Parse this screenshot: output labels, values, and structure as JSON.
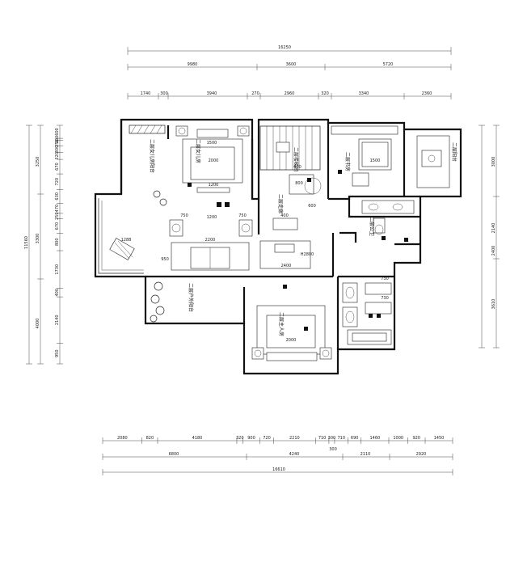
{
  "title": "",
  "dimensions": {
    "top_total": "16250",
    "top_mid": [
      "9980",
      "3600",
      "5720"
    ],
    "top_detail": [
      "1740",
      "300",
      "3940",
      "270",
      "2960",
      "320",
      "3340",
      "2360"
    ],
    "bottom_detail": [
      "2080",
      "820",
      "4180",
      "320",
      "900",
      "720",
      "2210",
      "710",
      "300",
      "710",
      "690",
      "1460",
      "1000",
      "920",
      "1450"
    ],
    "bottom_mid": [
      "6800",
      "300",
      "4240",
      "2110",
      "2920"
    ],
    "bottom_total": "16610",
    "left_outer": [
      "3250",
      "3300",
      "4000"
    ],
    "left_total": "11560",
    "left_inner": [
      "600",
      "100",
      "250",
      "300",
      "320",
      "670",
      "720",
      "630",
      "470",
      "250",
      "670",
      "800",
      "1730",
      "400",
      "2140",
      "950"
    ],
    "right_inner": [
      "3000",
      "2140",
      "2400",
      "3610"
    ]
  },
  "rooms": {
    "daughter_bed": "二层女儿房",
    "daughter_balcony": "二层女儿房阳台",
    "corridor": "二层走廊",
    "study": "二层书房",
    "study_balcony": "二层阳台",
    "public_bath": "二层公卫",
    "stair": "二层楼梯间",
    "sun_balcony": "二层户外阳台",
    "master_bed": "二层主人房"
  },
  "labels": {
    "bed_2000": "2000",
    "bed_1500": "1500",
    "tv_1200": "1200",
    "cab_2200": "2200",
    "cab_2400": "2400",
    "d_750a": "750",
    "d_750b": "750",
    "d_600a": "600",
    "d_600b": "600",
    "d_800": "800",
    "d_400": "400",
    "d_1200a": "1200",
    "d_1200b": "1200",
    "d_1500": "1500",
    "d_950": "950",
    "d_730a": "730",
    "d_730b": "730",
    "lounge": "1288",
    "ceiling_h": "H2800"
  }
}
